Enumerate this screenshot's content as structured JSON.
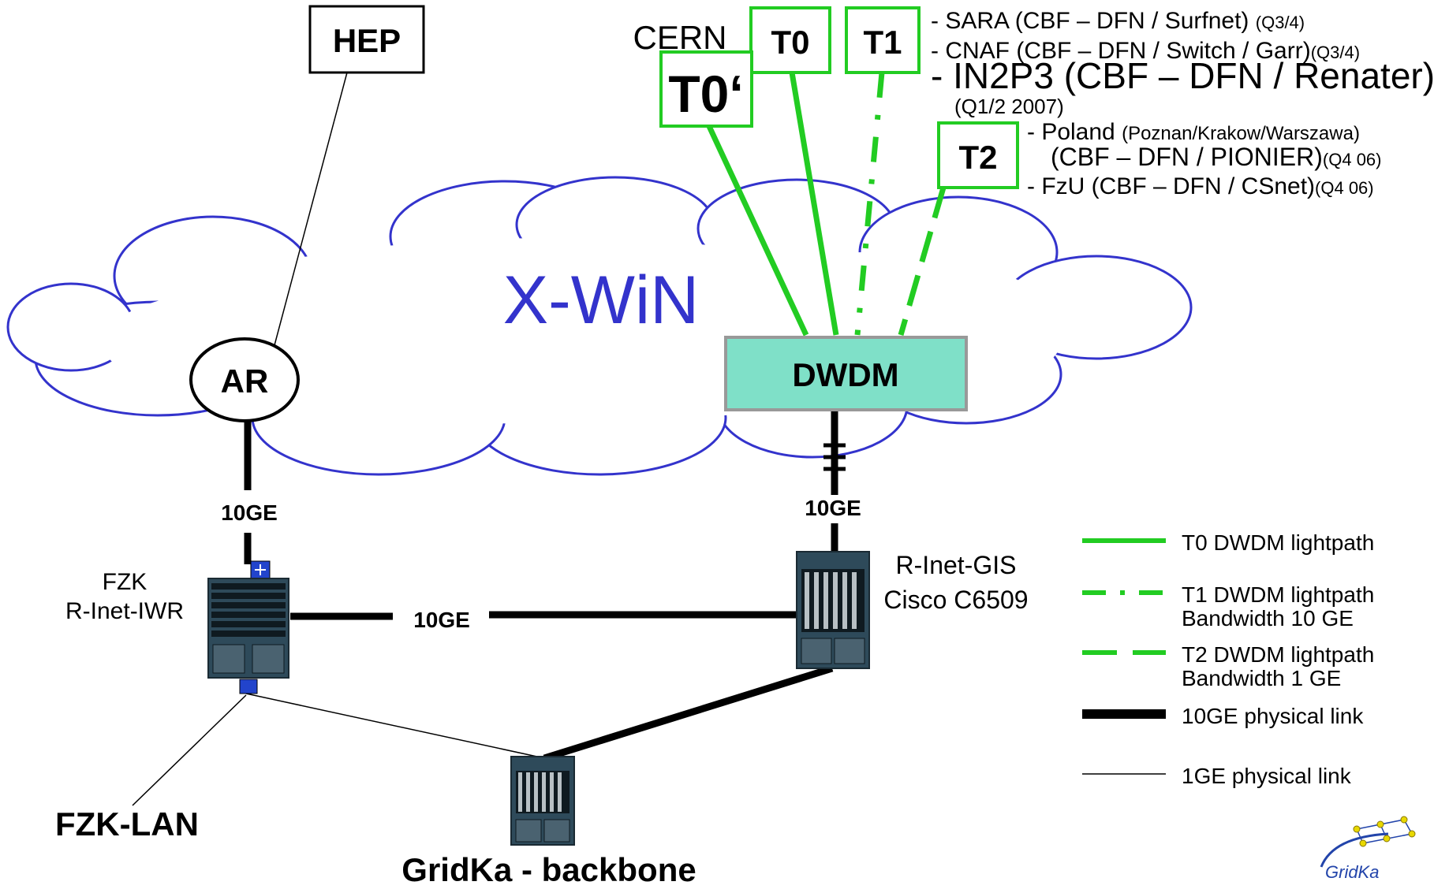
{
  "nodes": {
    "hep": "HEP",
    "cern": "CERN",
    "t0": "T0",
    "t0_prime": "T0‘",
    "t1": "T1",
    "t2": "T2",
    "xwin": "X-WiN",
    "ar": "AR",
    "dwdm": "DWDM",
    "fzk_line1": "FZK",
    "fzk_line2": "R-Inet-IWR",
    "gis_line1": "R-Inet-GIS",
    "gis_line2": "Cisco C6509",
    "fzk_lan": "FZK-LAN",
    "backbone": "GridKa - backbone",
    "logo_text": "GridKa"
  },
  "link_labels": {
    "ar_link": "10GE",
    "dwdm_link": "10GE",
    "router_link": "10GE"
  },
  "t1_sites": [
    {
      "main": "- SARA  (CBF – DFN / Surfnet) ",
      "note": "(Q3/4)"
    },
    {
      "main": "- CNAF (CBF – DFN / Switch / Garr)",
      "note": "(Q3/4)"
    },
    {
      "main": "- IN2P3 (CBF – DFN / Renater)",
      "note": ""
    }
  ],
  "in2p3_note": "(Q1/2 2007)",
  "t2_sites": {
    "poland_main": "- Poland ",
    "poland_detail": "(Poznan/Krakow/Warszawa)",
    "poland_line2": "(CBF – DFN / PIONIER)",
    "poland_note": "(Q4 06)",
    "fzu_main": "- FzU (CBF – DFN / CSnet)",
    "fzu_note": "(Q4 06)"
  },
  "legend": [
    {
      "style": "solid-green",
      "line1": "T0 DWDM lightpath",
      "line2": ""
    },
    {
      "style": "dashdot-green",
      "line1": "T1 DWDM lightpath",
      "line2": "Bandwidth   10 GE"
    },
    {
      "style": "dashed-green",
      "line1": "T2 DWDM lightpath",
      "line2": "Bandwidth 1 GE"
    },
    {
      "style": "thick-black",
      "line1": "10GE physical link",
      "line2": ""
    },
    {
      "style": "thin-black",
      "line1": "1GE physical link",
      "line2": ""
    }
  ],
  "colors": {
    "cloud": "#3333cc",
    "lightpath": "#22cc22",
    "dwdm_fill": "#7fe0c8",
    "link": "#000000",
    "router_body": "#2e4a5a",
    "port": "#2244cc"
  }
}
